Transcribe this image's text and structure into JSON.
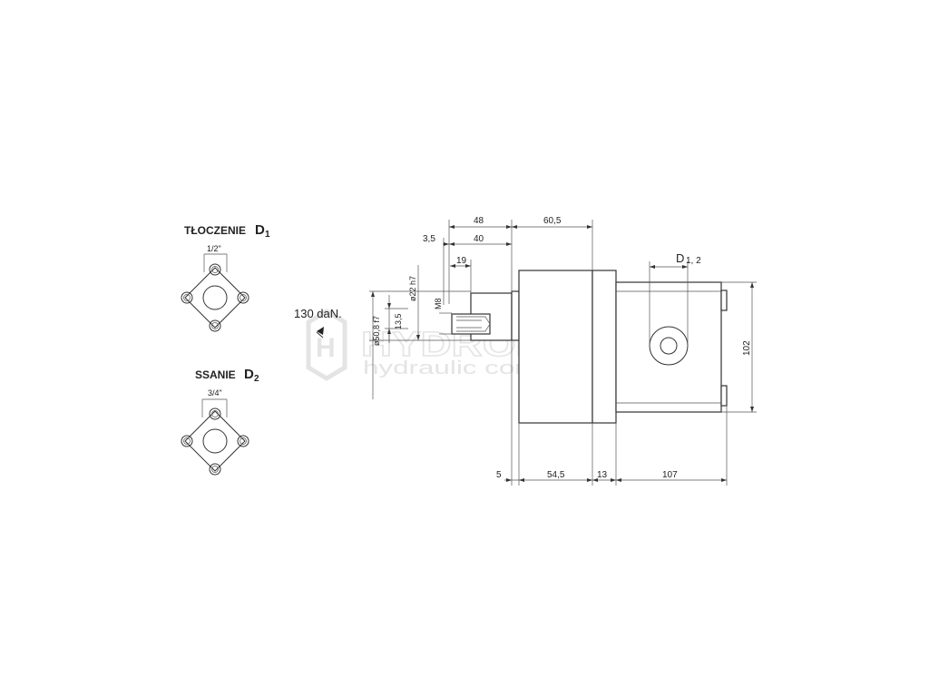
{
  "left_panel": {
    "discharge_label": "TŁOCZENIE",
    "discharge_symbol": "D",
    "discharge_sub": "1",
    "discharge_size": "1/2\"",
    "suction_label": "SSANIE",
    "suction_symbol": "D",
    "suction_sub": "2",
    "suction_size": "3/4\""
  },
  "load": {
    "text": "130 daN."
  },
  "watermark": {
    "brand": "HYDROLIDER",
    "tagline": "hydraulic components"
  },
  "dimensions": {
    "d48": "48",
    "d60_5": "60,5",
    "d3_5": "3,5",
    "d40": "40",
    "d19": "19",
    "dia22": "ø22 h7",
    "m8": "M8",
    "d13_5": "13,5",
    "dia50": "ø50,8 f7",
    "port_label": "D",
    "port_sub": "1, 2",
    "d102": "102",
    "d5": "5",
    "d54_5": "54,5",
    "d13": "13",
    "d107": "107"
  },
  "colors": {
    "line": "#333333",
    "watermark": "#d9d9d9",
    "text": "#222222"
  }
}
